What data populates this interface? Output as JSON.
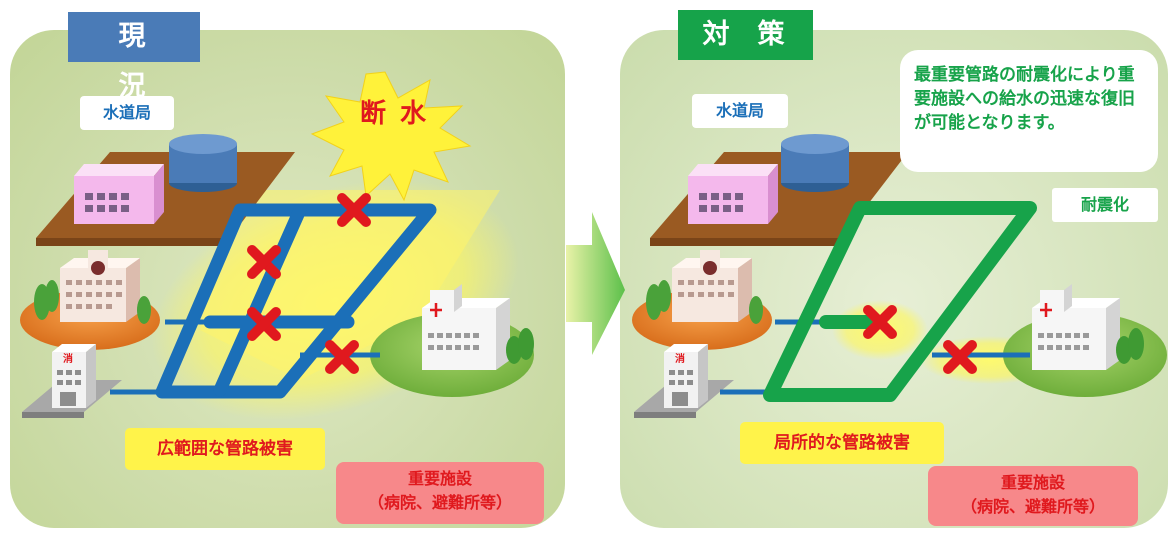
{
  "current": {
    "tab_title": "現況",
    "water_bureau_label": "水道局",
    "outage_label": "断水",
    "damage_label": "広範囲な管路被害",
    "facility_label_line1": "重要施設",
    "facility_label_line2": "（病院、避難所等）",
    "fire_station_label": "消"
  },
  "countermeasure": {
    "tab_title": "対策",
    "water_bureau_label": "水道局",
    "seismic_label": "耐震化",
    "note_text": "最重要管路の耐震化により重要施設への給水の迅速な復旧が可能となります。",
    "damage_label": "局所的な管路被害",
    "facility_label_line1": "重要施設",
    "facility_label_line2": "（病院、避難所等）",
    "fire_station_label": "消"
  },
  "colors": {
    "current_tab": "#4a7bb7",
    "countermeasure_tab": "#16a34a",
    "pipe_blue": "#1b6fb8",
    "pipe_green": "#17a34a",
    "damage_x": "#e0191e",
    "highlight_yellow": "#fff34a",
    "facility_pink": "#f7888a"
  },
  "icons": [
    "cross-mark-icon",
    "arrow-right-icon",
    "hospital-icon",
    "fire-station-icon",
    "water-tank-icon",
    "tree-icon"
  ]
}
